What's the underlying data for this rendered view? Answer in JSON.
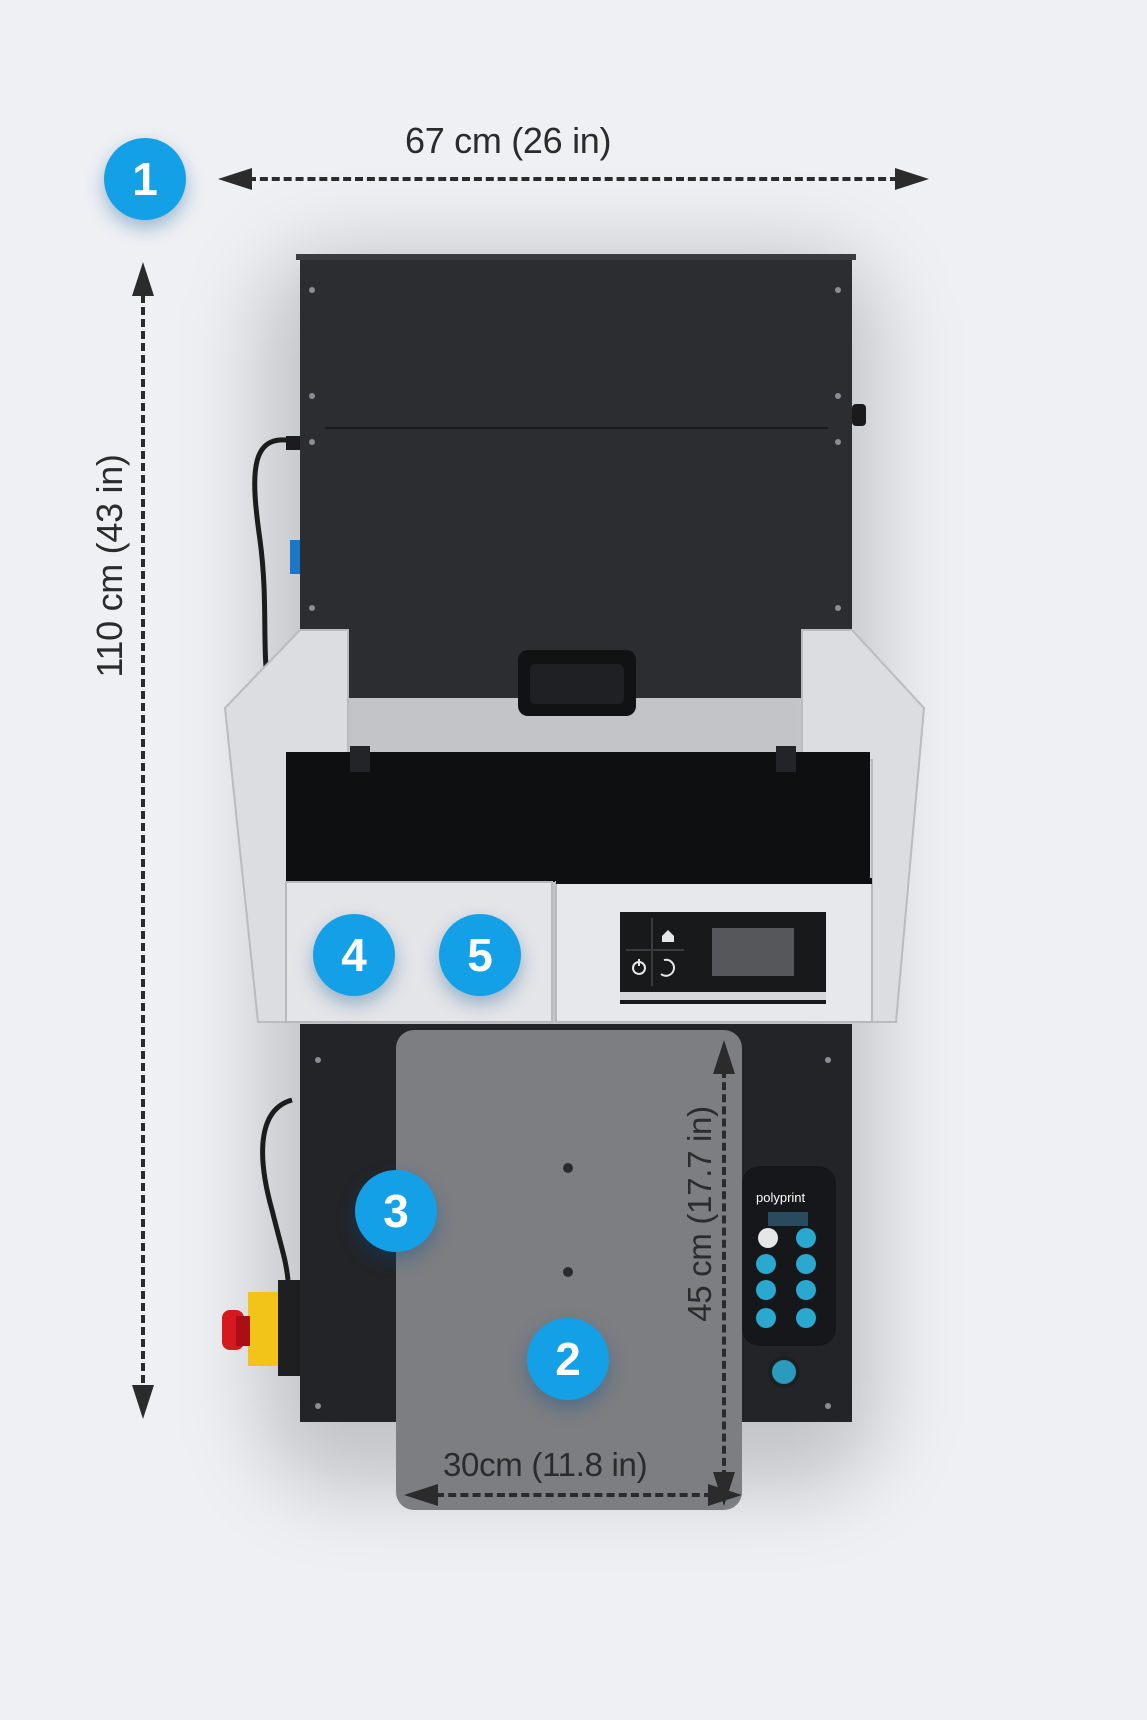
{
  "dimensions": {
    "width_label": "67 cm (26 in)",
    "height_label": "110 cm (43 in)",
    "platen_height_label": "45 cm (17.7 in)",
    "platen_width_label": "30cm (11.8 in)"
  },
  "callouts": [
    "1",
    "2",
    "3",
    "4",
    "5"
  ],
  "remote": {
    "brand": "polyprint"
  },
  "colors": {
    "badge": "#14a0e6",
    "body_dark": "#2c2d30",
    "side_panel": "#dcdde0",
    "platen": "#7c7e82",
    "emergency_red": "#d4191f",
    "emergency_yellow": "#f2c318",
    "remote_button": "#2aa8cf"
  },
  "icons": [
    "home-icon",
    "power-icon",
    "undo-icon"
  ]
}
